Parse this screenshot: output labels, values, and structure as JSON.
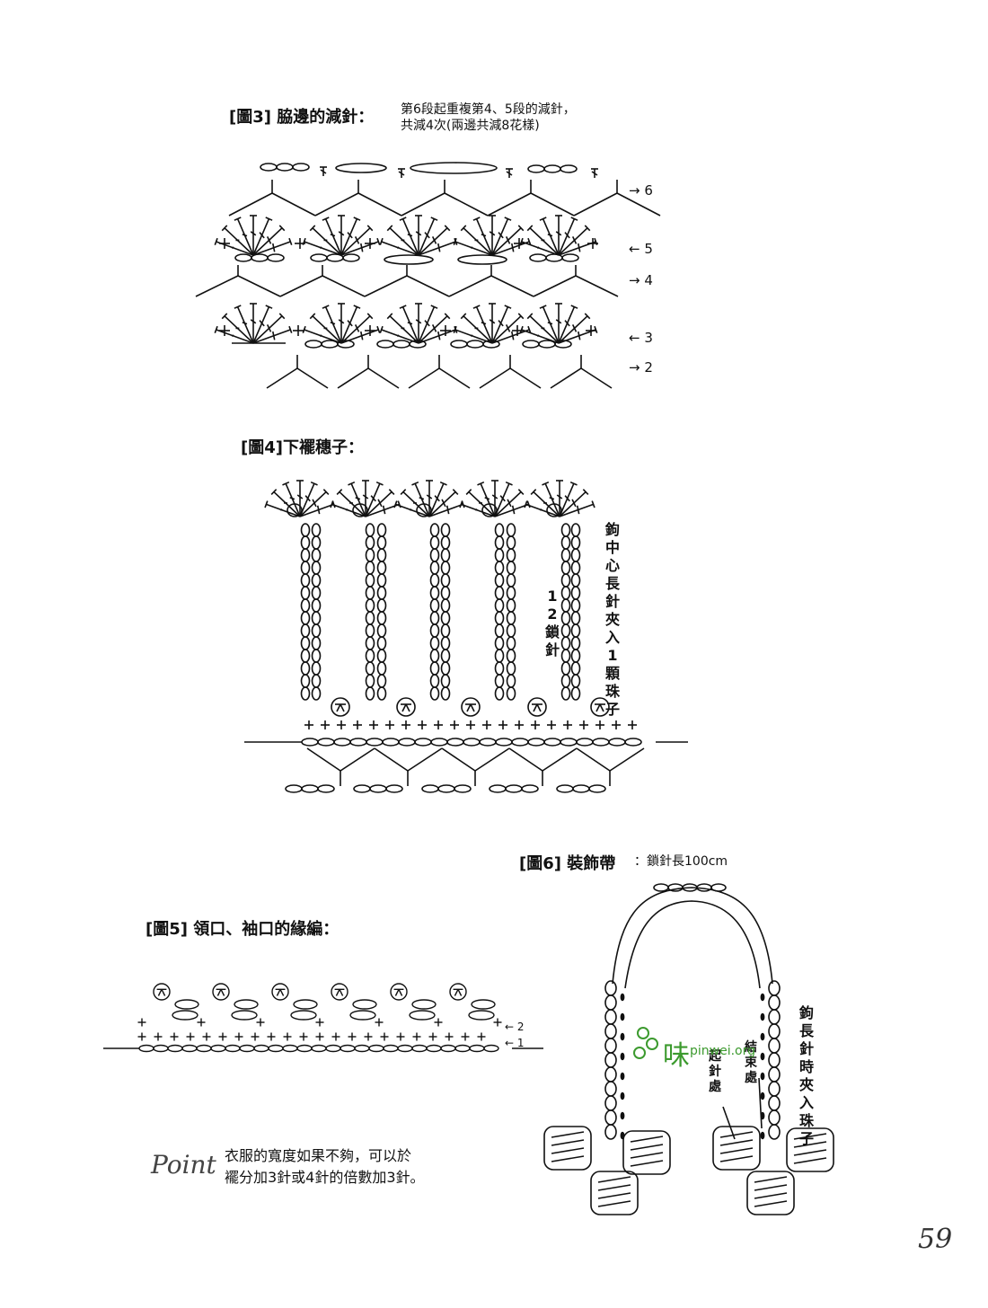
{
  "fig3": {
    "title": "[圖3] 脇邊的減針：",
    "note_line1": "第6段起重複第4、5段的減針，",
    "note_line2": "共減4次(兩邊共減8花樣)",
    "rows": [
      {
        "arrow": "→",
        "num": "6"
      },
      {
        "arrow": "←",
        "num": "5"
      },
      {
        "arrow": "→",
        "num": "4"
      },
      {
        "arrow": "←",
        "num": "3"
      },
      {
        "arrow": "→",
        "num": "2"
      }
    ]
  },
  "fig4": {
    "title": "[圖4]下襬穗子：",
    "label_chain": "12鎖針",
    "label_bead": "鉤中心長針夾入1顆珠子"
  },
  "fig5": {
    "title": "[圖5] 領口、袖口的緣編：",
    "rows": [
      {
        "arrow": "←",
        "num": "2"
      },
      {
        "arrow": "←",
        "num": "1"
      }
    ]
  },
  "fig6": {
    "title": "[圖6] 裝飾帶",
    "note": "：鎖針長100cm",
    "label_bead": "鉤長針時夾入珠子",
    "label_end": "結束處",
    "label_start": "起針處"
  },
  "point": {
    "word": "Point",
    "line1": "衣服的寬度如果不夠，可以於",
    "line2": "襬分加3針或4針的倍數加3針。"
  },
  "watermark": {
    "char": "味",
    "site": "pinwei.org"
  },
  "page_number": "59"
}
